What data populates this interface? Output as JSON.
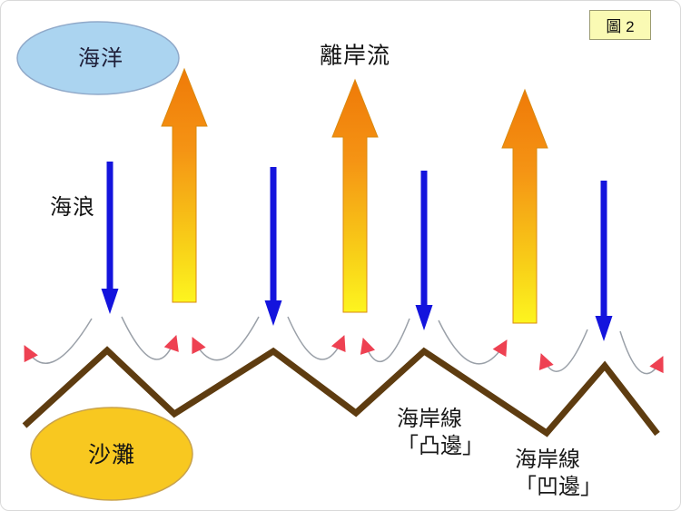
{
  "figure": {
    "label": "圖 2"
  },
  "labels": {
    "ocean": "海洋",
    "wave": "海浪",
    "rip_current": "離岸流",
    "beach": "沙灘",
    "coastline_convex_line1": "海岸線",
    "coastline_convex_line2": "「凸邊」",
    "coastline_concave_line1": "海岸線",
    "coastline_concave_line2": "「凹邊」"
  },
  "colors": {
    "ocean_fill": "#abd4f0",
    "ocean_stroke": "#90a9c9",
    "beach_fill": "#f8c820",
    "beach_stroke": "#c8a24b",
    "figure_box_fill": "#fafab4",
    "figure_box_border": "#9b9b72",
    "wave_arrow_blue": "#1414dd",
    "rip_arrow_orange": "#ef7a08",
    "rip_arrow_yellow": "#fdf51f",
    "coastline_brown": "#5e3c10",
    "swash_arc_gray": "#9aa0a8",
    "convergence_red": "#ee4152",
    "text_dark": "#1a1a1a"
  }
}
